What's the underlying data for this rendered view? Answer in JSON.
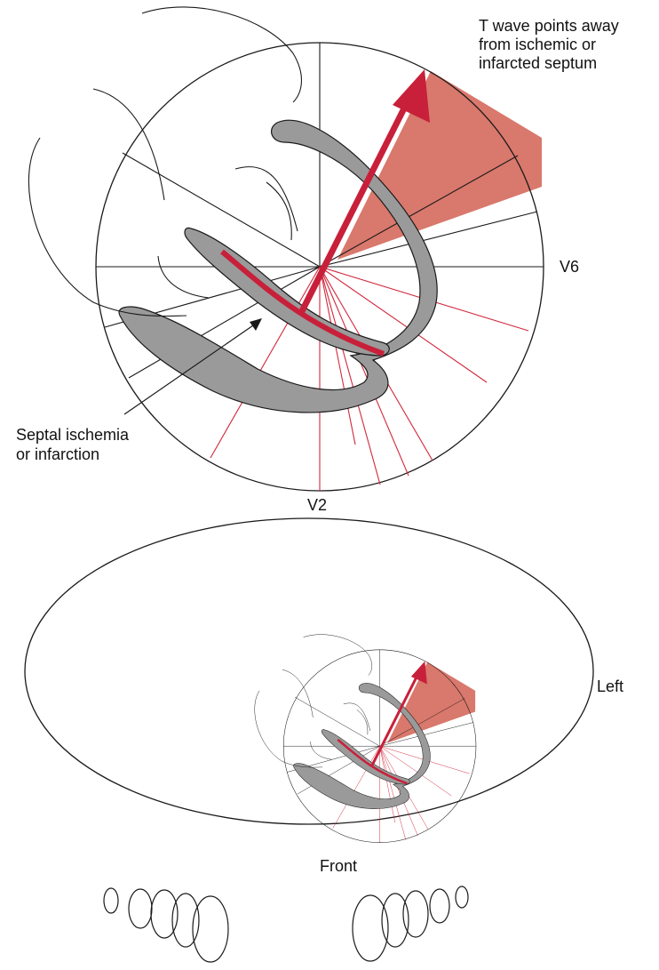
{
  "labels": {
    "t_wave_line1": "T wave points away",
    "t_wave_line2": "from ischemic or",
    "t_wave_line3": "infarcted septum",
    "v6": "V6",
    "v2": "V2",
    "septal_line1": "Septal ischemia",
    "septal_line2": "or infarction",
    "left": "Left",
    "front": "Front"
  },
  "colors": {
    "vector_red": "#c8203a",
    "sector_fill": "#d9786c",
    "lead_line_red": "#d2283c",
    "heart_wall_gray": "#9a9a9a",
    "outline": "#1a1a1a"
  },
  "icons": {
    "heart_wall": "heart-wall-shape",
    "vector_arrow": "t-wave-arrow-icon",
    "pointer_arrow": "pointer-arrow-icon"
  }
}
